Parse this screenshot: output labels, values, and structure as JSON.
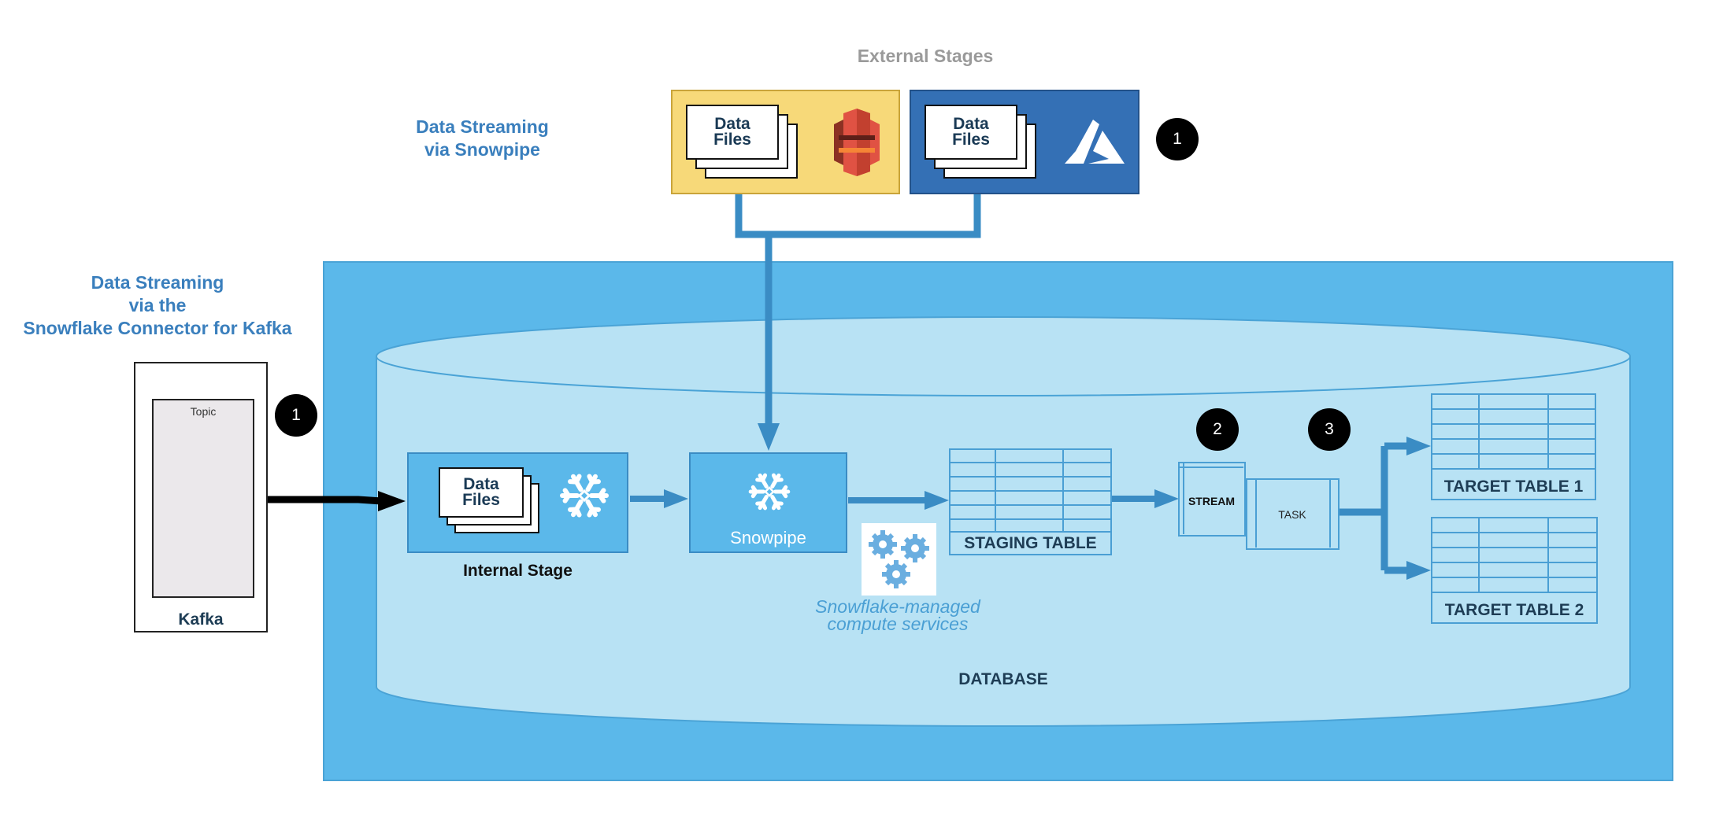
{
  "external_stages": {
    "title": "External Stages",
    "s3_stage": {
      "data_files_line1": "Data",
      "data_files_line2": "Files",
      "icon": "aws-s3-icon",
      "color": "#f7d979"
    },
    "azure_stage": {
      "data_files_line1": "Data",
      "data_files_line2": "Files",
      "icon": "azure-icon",
      "color": "#3470b5"
    },
    "badge": "1"
  },
  "snowpipe_streaming": {
    "line1": "Data Streaming",
    "line2": "via Snowpipe"
  },
  "kafka_streaming": {
    "line1": "Data Streaming",
    "line2": "via the",
    "line3": "Snowflake Connector for Kafka"
  },
  "kafka": {
    "topic_label": "Topic",
    "label": "Kafka",
    "badge": "1"
  },
  "database": {
    "label": "DATABASE",
    "internal_stage": {
      "data_files_line1": "Data",
      "data_files_line2": "Files",
      "icon": "snowflake-icon",
      "label": "Internal Stage"
    },
    "snowpipe": {
      "label": "Snowpipe",
      "icon": "snowflake-icon"
    },
    "compute": {
      "line1": "Snowflake-managed",
      "line2": "compute services",
      "icon": "gears-icon"
    },
    "staging_table": {
      "label": "STAGING TABLE"
    },
    "stream": {
      "label": "STREAM",
      "badge": "2"
    },
    "task": {
      "label": "TASK",
      "badge": "3"
    },
    "target_table_1": {
      "label": "TARGET TABLE 1"
    },
    "target_table_2": {
      "label": "TARGET TABLE 2"
    }
  },
  "colors": {
    "outer_blue": "#5bb8ea",
    "cylinder_fill": "#b8e2f4",
    "arrow_blue": "#3a8cc4",
    "label_blue": "#3a7fbd"
  }
}
